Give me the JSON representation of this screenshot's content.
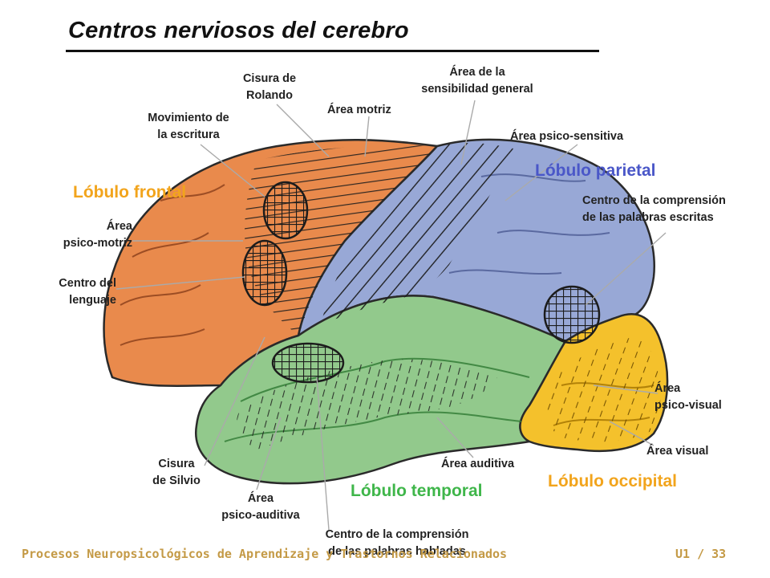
{
  "title": "Centros nerviosos del cerebro",
  "lobes": {
    "frontal": {
      "label": "Lóbulo frontal",
      "color": "#f2a41c"
    },
    "parietal": {
      "label": "Lóbulo parietal",
      "color": "#4a57c8"
    },
    "temporal": {
      "label": "Lóbulo temporal",
      "color": "#3fb64a"
    },
    "occipital": {
      "label": "Lóbulo occipital",
      "color": "#f2a41c"
    }
  },
  "labels": {
    "cisura_rolando": [
      "Cisura de",
      "Rolando"
    ],
    "area_sensibilidad": [
      "Área de la",
      "sensibilidad general"
    ],
    "area_motriz": "Área motriz",
    "movimiento_escritura": [
      "Movimiento de",
      "la escritura"
    ],
    "area_psico_sensitiva": "Área psico-sensitiva",
    "centro_palabras_escritas": [
      "Centro de la comprensión",
      "de las palabras escritas"
    ],
    "area_psico_motriz": [
      "Área",
      "psico-motriz"
    ],
    "centro_lenguaje": [
      "Centro del",
      "lenguaje"
    ],
    "area_psico_visual": [
      "Área",
      "psico-visual"
    ],
    "area_visual": "Área visual",
    "cisura_silvio": [
      "Cisura",
      "de Silvio"
    ],
    "area_auditiva": "Área auditiva",
    "area_psico_auditiva": [
      "Área",
      "psico-auditiva"
    ],
    "centro_palabras_habladas": [
      "Centro de la comprensión",
      "de las palabras habladas"
    ]
  },
  "footer": {
    "course": "Procesos Neuropsicológicos de Aprendizaje y Trastornos Relacionados",
    "page": "U1 / 33"
  },
  "colors": {
    "frontal_fill": "#e98a4c",
    "parietal_fill": "#98a8d6",
    "temporal_fill": "#92c98c",
    "occipital_fill": "#f4c12c",
    "outline": "#2a2a2a"
  }
}
